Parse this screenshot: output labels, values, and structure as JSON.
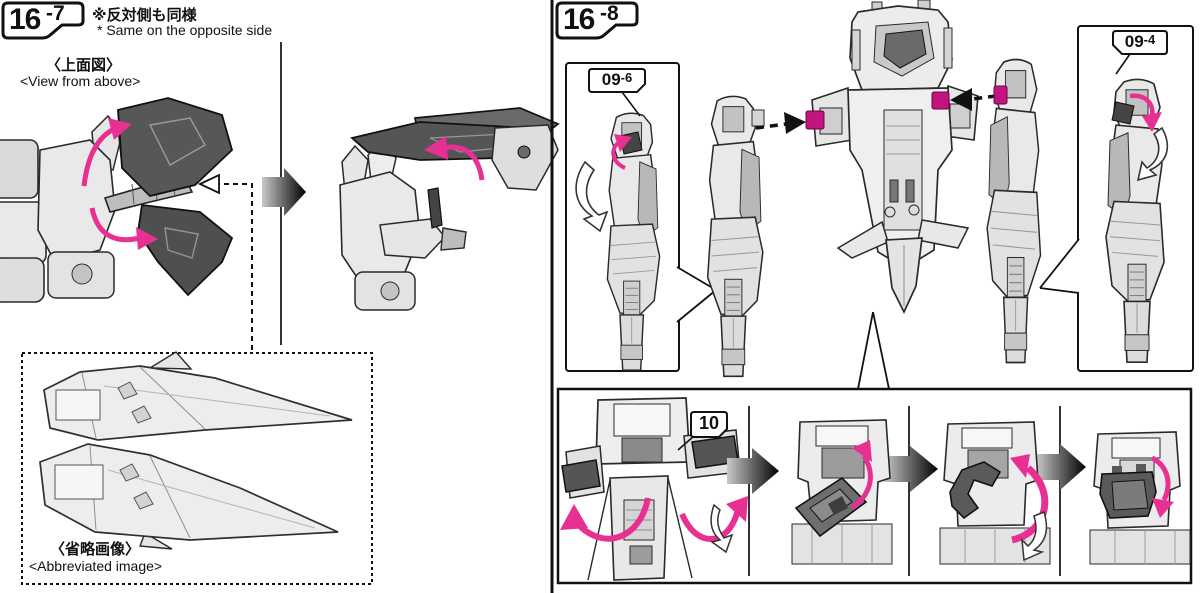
{
  "colors": {
    "accent_pink": "#e82f92",
    "connector_magenta": "#c2147e"
  },
  "left_panel": {
    "badge": {
      "main": "16",
      "sub": "-7"
    },
    "note_jp": "※反対側も同様",
    "note_en": "* Same on the opposite side",
    "view_jp": "〈上面図〉",
    "view_en": "<View from above>",
    "abbrev_jp": "〈省略画像〉",
    "abbrev_en": "<Abbreviated image>"
  },
  "right_panel": {
    "badge": {
      "main": "16",
      "sub": "-8"
    },
    "label_a": {
      "main": "09",
      "sub": "-6"
    },
    "label_b": {
      "main": "09",
      "sub": "-4"
    },
    "detail_label": "10"
  }
}
